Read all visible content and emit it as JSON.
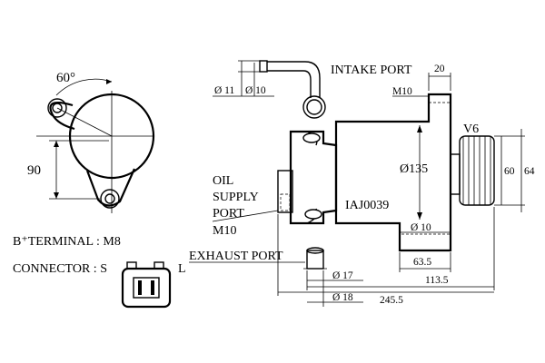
{
  "figure": {
    "part_number": "IAJ0039",
    "pulley_type": "V6",
    "labels": {
      "intake_port": "INTAKE PORT",
      "oil_supply_port_line1": "OIL",
      "oil_supply_port_line2": "SUPPLY",
      "oil_supply_port_line3": "PORT",
      "oil_supply_thread": "M10",
      "exhaust_port": "EXHAUST PORT",
      "intake_thread": "M10",
      "b_terminal": "B⁺TERMINAL : M8",
      "connector_prefix": "CONNECTOR : S",
      "connector_l": "L"
    },
    "dimensions": {
      "mount_angle": "60°",
      "mount_spacing": "90",
      "intake_outer": "Ø 11",
      "intake_inner": "Ø 10",
      "intake_width": "20",
      "body_diameter": "Ø135",
      "pulley_inner": "60",
      "pulley_outer": "64",
      "lower_bore": "Ø 10",
      "dist_63_5": "63.5",
      "dist_113_5": "113.5",
      "dist_245_5": "245.5",
      "exhaust_inner": "Ø 17",
      "exhaust_outer": "Ø 18"
    }
  }
}
